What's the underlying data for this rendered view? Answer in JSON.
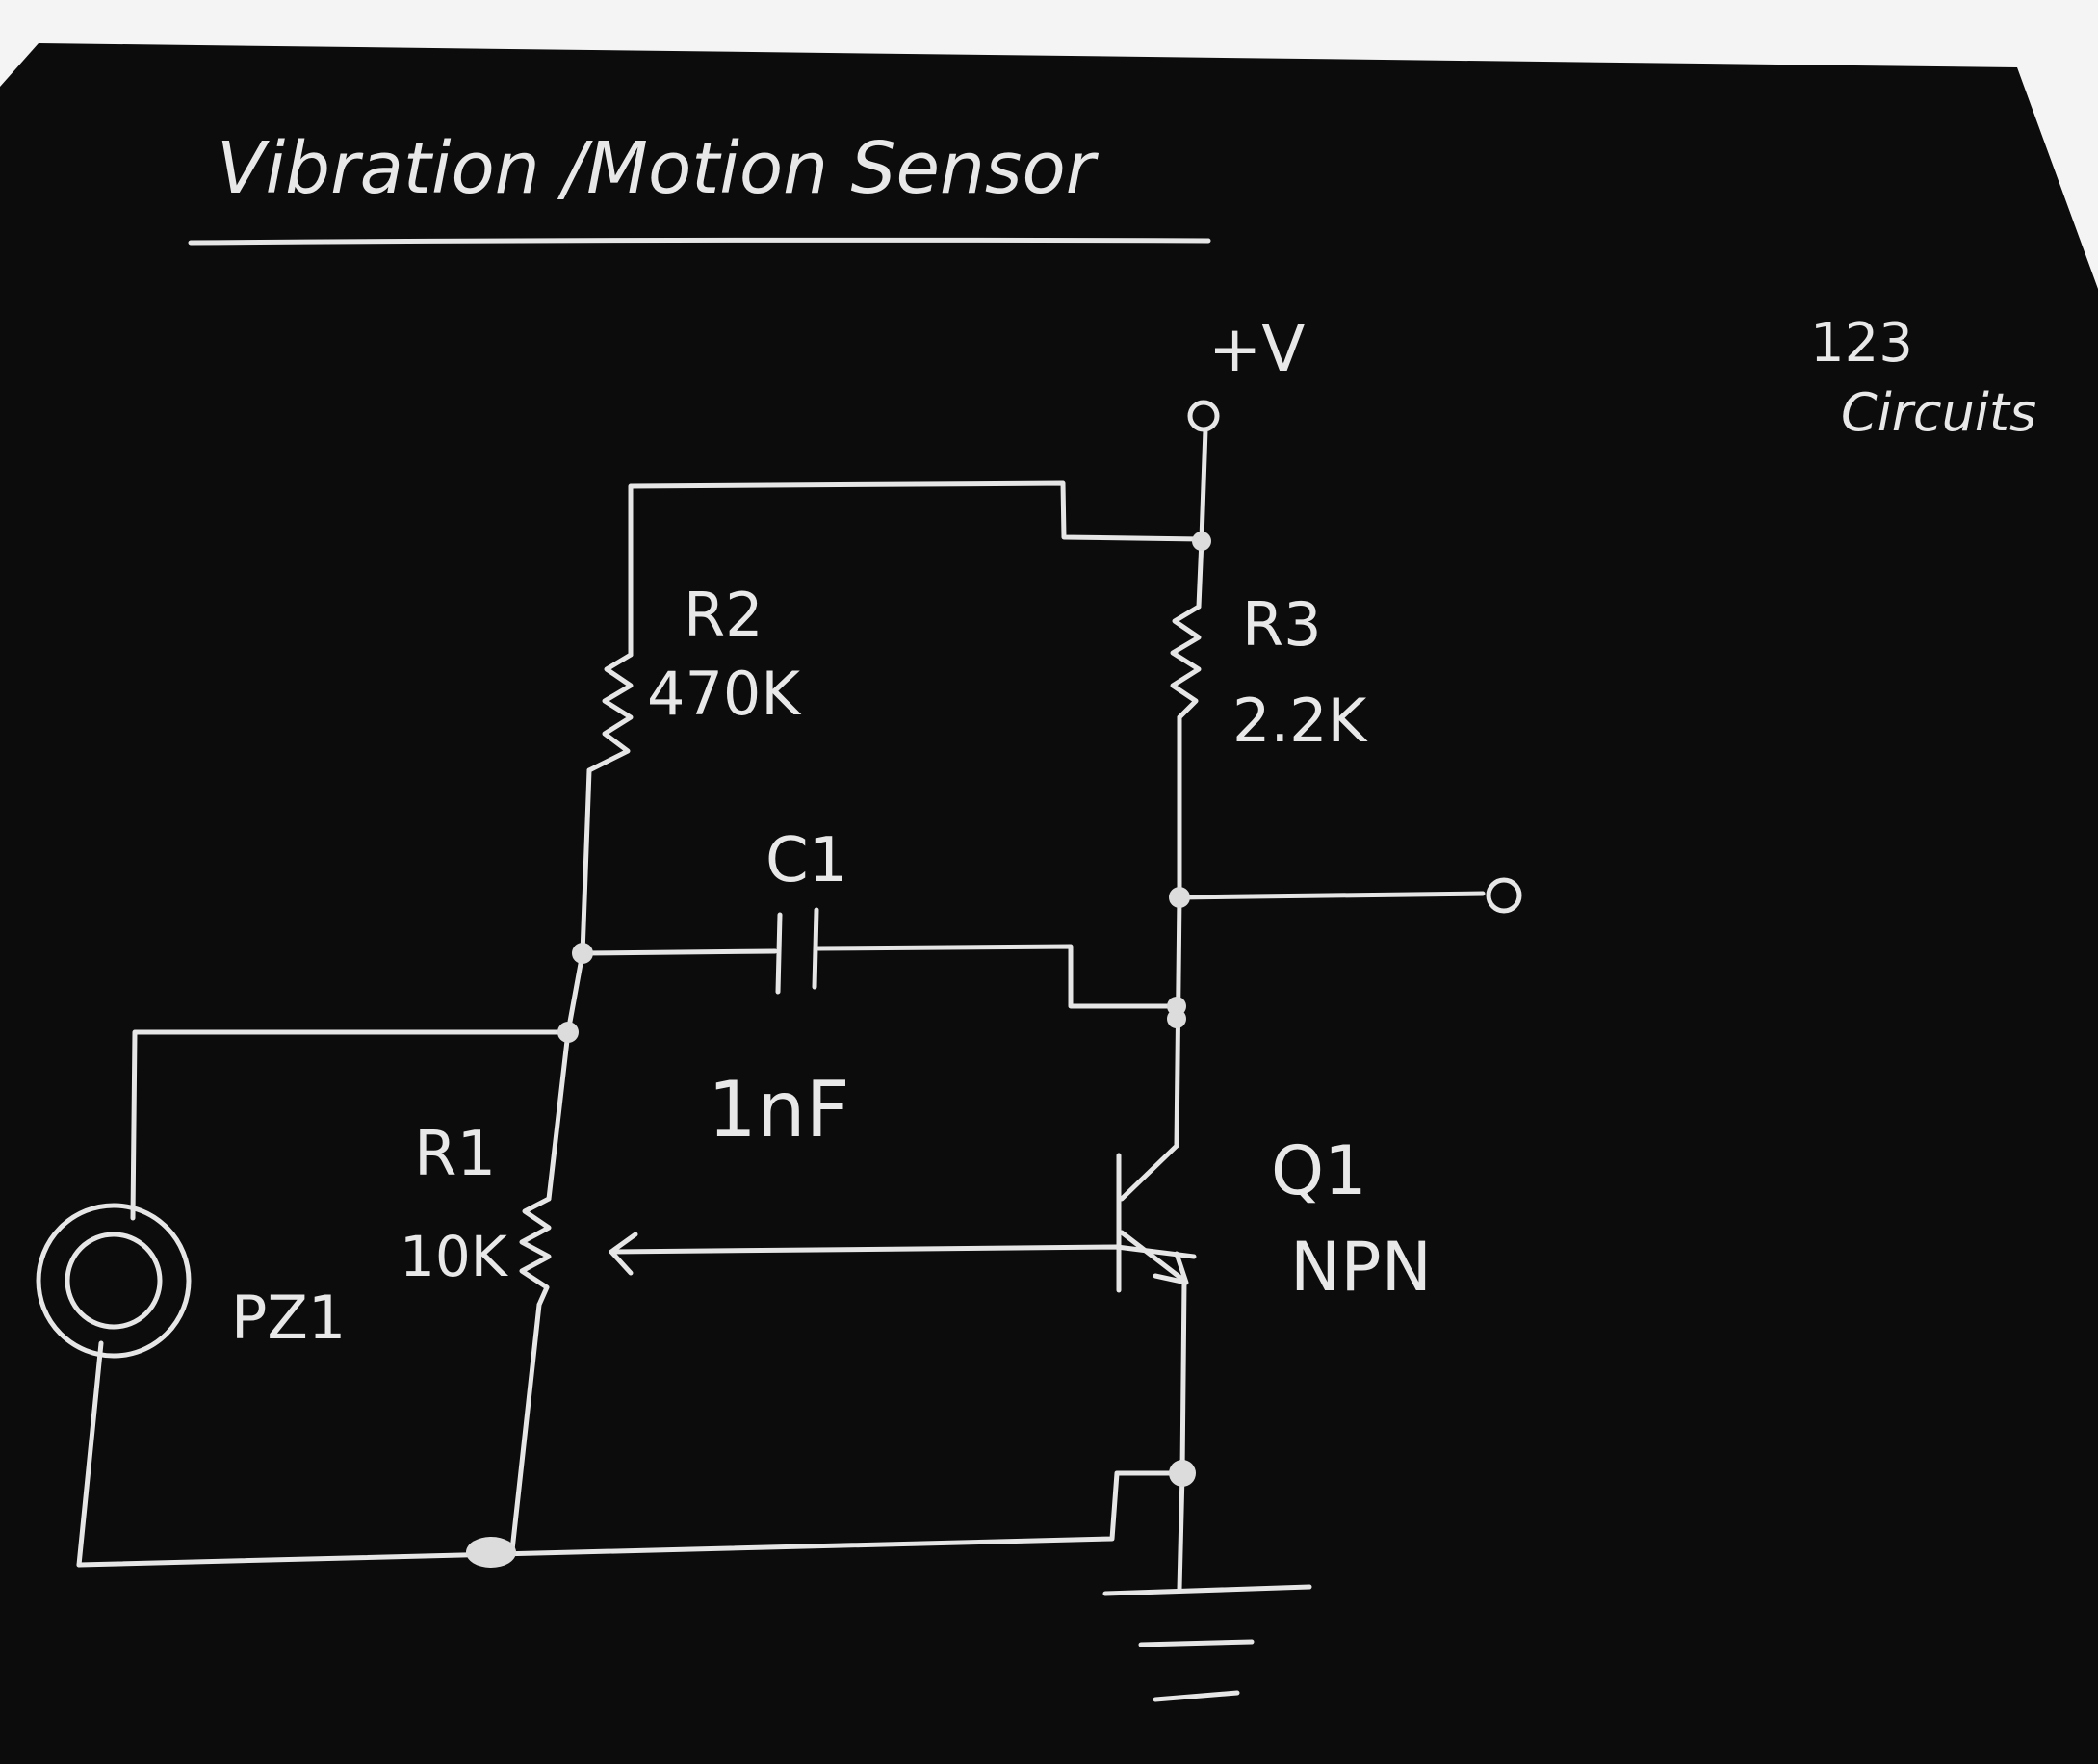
{
  "title": "Vibration /Motion Sensor",
  "brand": {
    "line1": "123",
    "line2": "Circuits"
  },
  "supply_label": "+V",
  "components": {
    "r2": {
      "name": "R2",
      "value": "470K"
    },
    "r3": {
      "name": "R3",
      "value": "2.2K"
    },
    "c1": {
      "name": "C1",
      "value": "1nF"
    },
    "r1": {
      "name": "R1",
      "value": "10K"
    },
    "q1": {
      "name": "Q1",
      "type": "NPN"
    },
    "pz1": {
      "name": "PZ1"
    }
  },
  "colors": {
    "board": "#0c0c0c",
    "chalk": "#e6e6e6",
    "paper": "#f4f4f4"
  }
}
